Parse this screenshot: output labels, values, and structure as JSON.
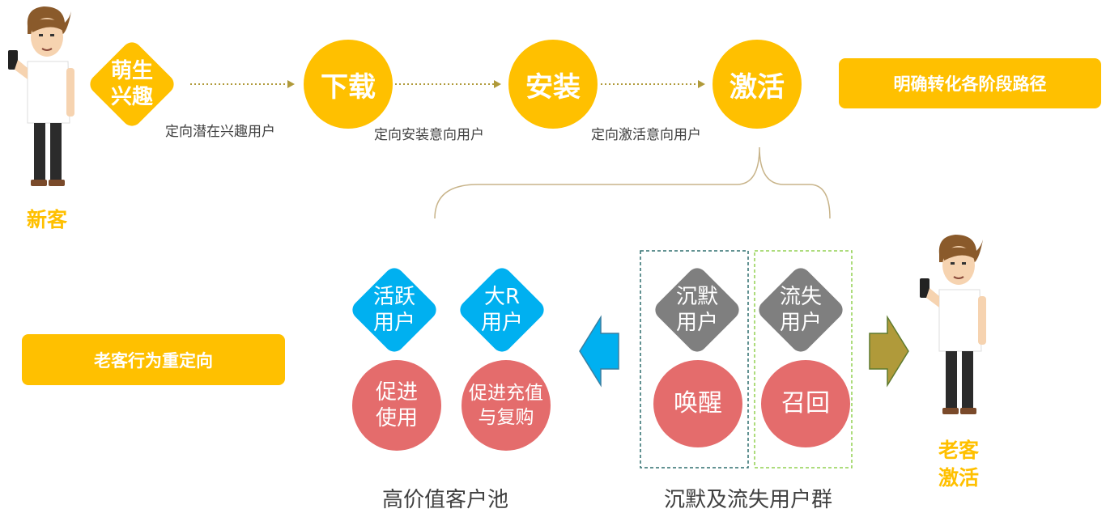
{
  "funnel": {
    "stages": [
      "萌生\n兴趣",
      "下载",
      "安装",
      "激活"
    ],
    "arrow_labels": [
      "定向潜在兴趣用户",
      "定向安装意向用户",
      "定向激活意向用户"
    ],
    "banner": "明确转化各阶段路径"
  },
  "new_customer_label": "新客",
  "returning_banner": "老客行为重定向",
  "old_customer_label": "老客\n激活",
  "pools": {
    "high_value": {
      "title": "高价值客户池",
      "segments": [
        {
          "diamond": "活跃\n用户",
          "circle": "促进\n使用"
        },
        {
          "diamond": "大R\n用户",
          "circle": "促进充值\n与复购"
        }
      ]
    },
    "dormant": {
      "title": "沉默及流失用户群",
      "segments": [
        {
          "diamond": "沉默\n用户",
          "circle": "唤醒"
        },
        {
          "diamond": "流失\n用户",
          "circle": "召回"
        }
      ]
    }
  },
  "colors": {
    "gold": "#ffc000",
    "blue": "#00b0f0",
    "grey": "#7f7f7f",
    "red": "#e46c6c",
    "olive": "#b09a3a",
    "text": "#404040"
  }
}
